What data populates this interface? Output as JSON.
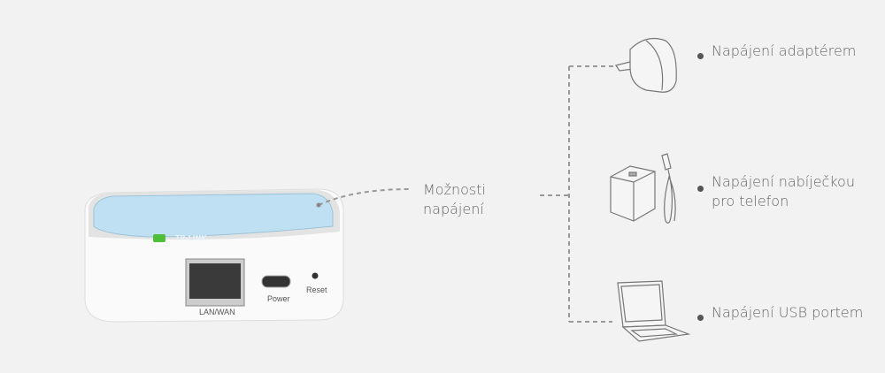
{
  "center_label": [
    "Možnosti",
    "napájení"
  ],
  "router": {
    "brand": "TP-LINK",
    "ports": {
      "lan": "LAN/WAN",
      "power": "Power",
      "reset": "Reset"
    }
  },
  "options": [
    {
      "label": [
        "Napájení adaptérem"
      ],
      "icon": "wall-adapter-icon"
    },
    {
      "label": [
        "Napájení nabíječkou",
        "pro telefon"
      ],
      "icon": "phone-charger-icon"
    },
    {
      "label": [
        "Napájení USB portem"
      ],
      "icon": "laptop-icon"
    }
  ]
}
